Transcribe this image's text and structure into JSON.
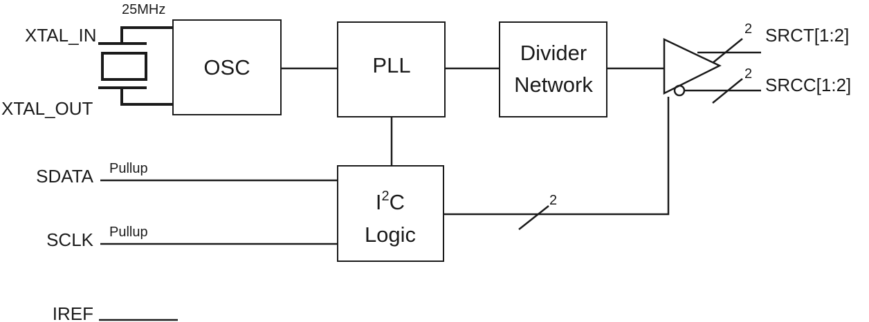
{
  "crystal": {
    "frequency": "25MHz",
    "pin_in": "XTAL_IN",
    "pin_out": "XTAL_OUT"
  },
  "blocks": {
    "osc": "OSC",
    "pll": "PLL",
    "divider_line1": "Divider",
    "divider_line2": "Network",
    "i2c_i": "I",
    "i2c_sup": "2",
    "i2c_c": "C",
    "i2c_line2": "Logic"
  },
  "inputs": {
    "sdata": "SDATA",
    "sdata_note": "Pullup",
    "sclk": "SCLK",
    "sclk_note": "Pullup",
    "iref": "IREF"
  },
  "outputs": {
    "srct": "SRCT[1:2]",
    "srcc": "SRCC[1:2]",
    "srct_width": "2",
    "srcc_width": "2",
    "bus_width": "2"
  }
}
